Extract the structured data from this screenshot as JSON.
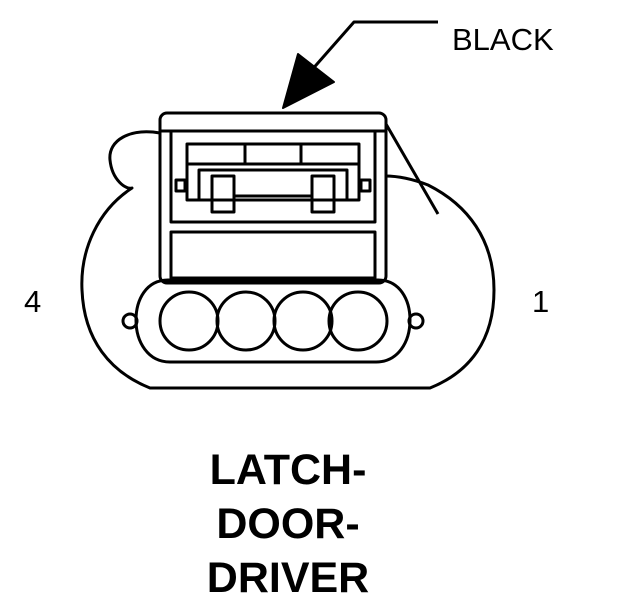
{
  "connector": {
    "color_label": "BLACK",
    "pin_left_label": "4",
    "pin_right_label": "1",
    "cavity_count": 4,
    "name_lines": [
      "LATCH-",
      "DOOR-",
      "DRIVER"
    ]
  },
  "colors": {
    "line": "#000000",
    "background": "#ffffff"
  }
}
